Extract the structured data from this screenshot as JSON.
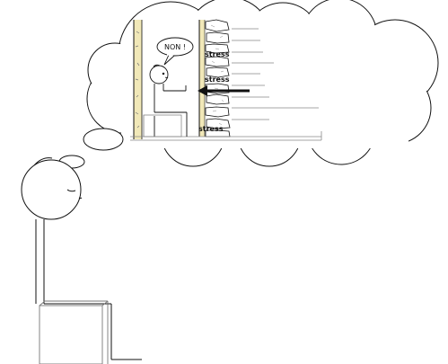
{
  "illustration": {
    "speech": "NON !",
    "stress_labels": [
      "stress",
      "stress",
      "stress"
    ],
    "colors": {
      "line": "#111111",
      "wall_yellow": "#f1e8b8",
      "stone_fill": "#ffffff"
    }
  }
}
